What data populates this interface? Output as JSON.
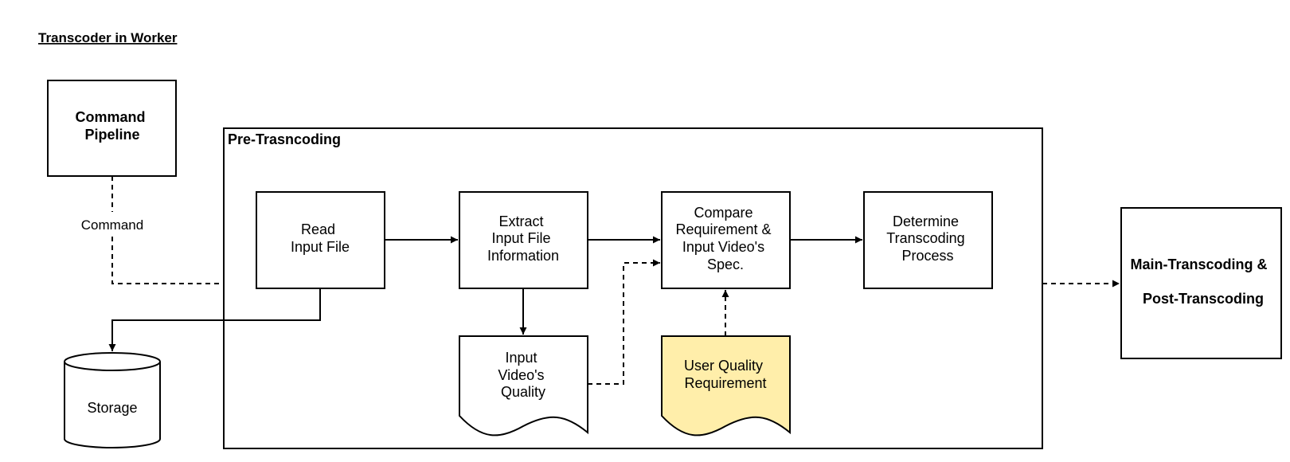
{
  "title": "Transcoder in Worker",
  "nodes": {
    "command_pipeline": [
      "Command",
      "Pipeline"
    ],
    "pre_transcoding": "Pre-Trasncoding",
    "read_input": [
      "Read",
      "Input File"
    ],
    "extract_info": [
      "Extract",
      "Input File",
      "Information"
    ],
    "compare": [
      "Compare",
      "Requirement &",
      "Input Video's",
      "Spec."
    ],
    "determine": [
      "Determine",
      "Transcoding",
      "Process"
    ],
    "input_quality": [
      "Input",
      "Video's",
      "Quality"
    ],
    "user_quality": [
      "User Quality",
      "Requirement"
    ],
    "storage": "Storage",
    "main_transcoding": [
      "Main-Transcoding &",
      "Post-Transcoding"
    ]
  },
  "edge_labels": {
    "command": "Command"
  },
  "colors": {
    "stroke": "#000000",
    "user_quality_fill": "#ffeeaa"
  }
}
